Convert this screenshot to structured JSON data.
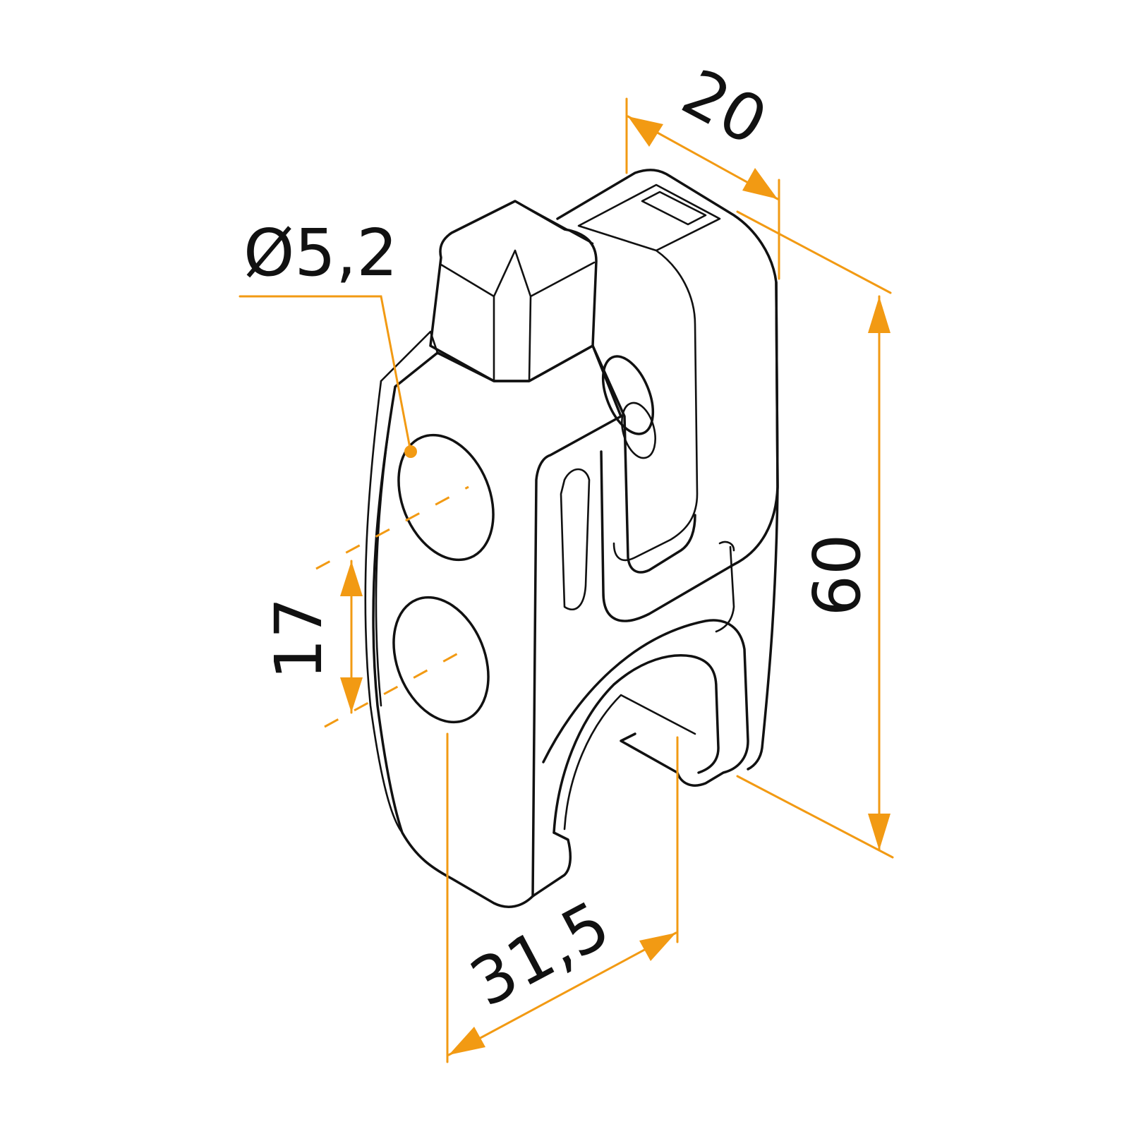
{
  "drawing": {
    "colors": {
      "outline": "#111111",
      "dimension": "#f29a13",
      "background": "#ffffff"
    },
    "dimensions": {
      "hole_diameter": "Ø5,2",
      "hole_spacing": "17",
      "height": "60",
      "width": "20",
      "depth": "31,5"
    }
  }
}
